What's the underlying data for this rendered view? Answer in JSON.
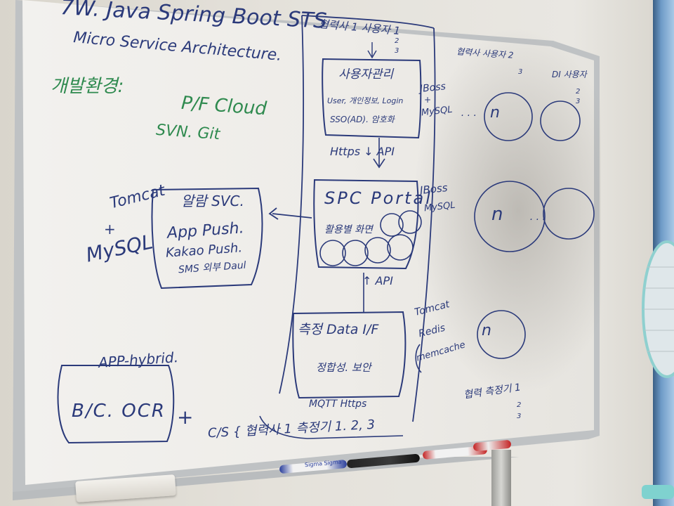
{
  "title": {
    "line1": "7W. Java Spring Boot STS",
    "line2": "Micro Service Architecture."
  },
  "dev_env": {
    "label": "개발환경:",
    "item1": "P/F Cloud",
    "item2": "SVN. Git"
  },
  "left_server": {
    "line1": "Tomcat",
    "line2": "+",
    "line3": "MySQL"
  },
  "notify_svc": {
    "title": "알람 SVC.",
    "line1": "App Push.",
    "line2": "Kakao Push.",
    "line3": "SMS 외부 Daul"
  },
  "top_box": {
    "header1": "협력사 1 사용자 1",
    "header2": "2",
    "header3": "3",
    "title": "사용자관리",
    "line1": "User, 개인정보, Login",
    "line2": "SSO(AD). 암호화"
  },
  "jboss_top": {
    "line1": "JBoss",
    "line2": "+",
    "line3": "MySQL"
  },
  "api_labels": {
    "https_api": "Https ↓ API",
    "api_up": "↑ API"
  },
  "portal": {
    "title": "SPC Portal",
    "sub": "활용별 화면"
  },
  "jboss_mid": {
    "line1": "JBoss",
    "line2": "MySQL"
  },
  "measure": {
    "title": "측정 Data I/F",
    "line1": "정합성. 보안",
    "protocol": "MQTT Https"
  },
  "tomcat_right": {
    "line1": "Tomcat",
    "line2": "Redis",
    "line3": "memcache"
  },
  "right_header": {
    "line1": "협력사 사용자 2",
    "line2": "3",
    "di": "DI 사용자",
    "di2": "2",
    "di3": "3"
  },
  "nodes": {
    "n": "n",
    "dots": "· · ·"
  },
  "app": {
    "label": "APP-hybrid.",
    "box": "B/C. OCR",
    "plus": "+"
  },
  "cs_line": "C/S { 협력사 1 측정기 1. 2, 3",
  "bottom_right": {
    "line1": "협력 측정기 1",
    "line2": "2",
    "line3": "3"
  },
  "marker_brand": "Sigma Sigma"
}
